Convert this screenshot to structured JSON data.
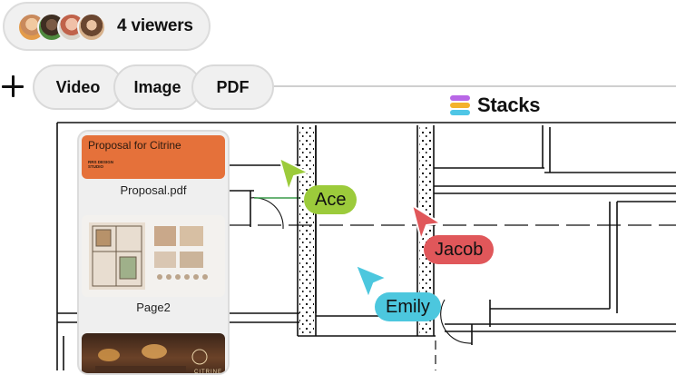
{
  "viewers": {
    "label": "4 viewers",
    "count": 4
  },
  "tabs": [
    {
      "label": "Video"
    },
    {
      "label": "Image"
    },
    {
      "label": "PDF"
    }
  ],
  "brand": {
    "name": "Stacks"
  },
  "panel": {
    "items": [
      {
        "caption": "Proposal.pdf",
        "thumb_title": "Proposal for Citrine",
        "thumb_sub": "RRS DESIGN STUDIO"
      },
      {
        "caption": "Page2"
      },
      {
        "thumb_brand": "CITRINE"
      }
    ]
  },
  "cursors": [
    {
      "name": "Ace",
      "color": "#9ccb3b"
    },
    {
      "name": "Jacob",
      "color": "#e0575a"
    },
    {
      "name": "Emily",
      "color": "#4cc7de"
    }
  ]
}
